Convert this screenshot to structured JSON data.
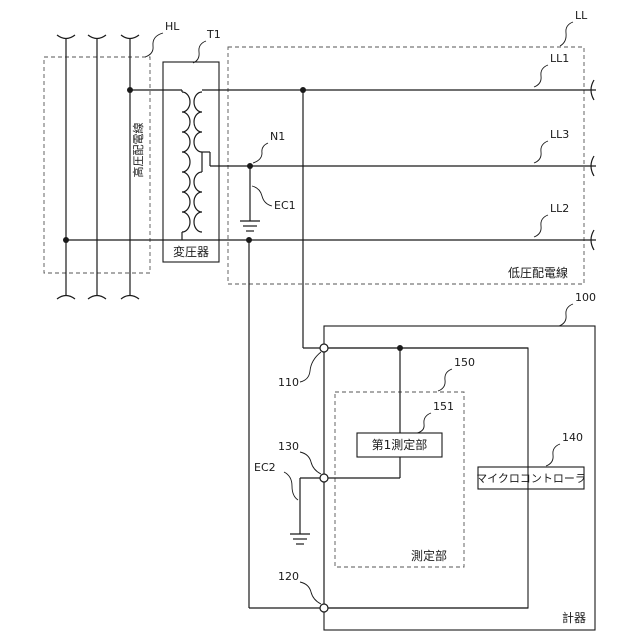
{
  "labels": {
    "hl": "HL",
    "t1": "T1",
    "ll": "LL",
    "ll1": "LL1",
    "ll3": "LL3",
    "ll2": "LL2",
    "n1": "N1",
    "ec1": "EC1",
    "ec2": "EC2",
    "high_voltage_line": "高圧配電線",
    "transformer": "変圧器",
    "low_voltage_line": "低圧配電線",
    "meter_ref": "100",
    "meter_name": "計器",
    "measurement_ref": "150",
    "measurement_name": "測定部",
    "first_measurement_ref": "151",
    "first_measurement_name": "第1測定部",
    "microcontroller_ref": "140",
    "microcontroller_name": "マイクロコントローラ",
    "terminal_110": "110",
    "terminal_130": "130",
    "terminal_120": "120"
  }
}
